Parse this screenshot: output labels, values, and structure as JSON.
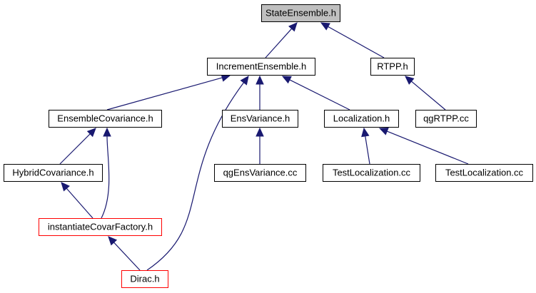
{
  "colors": {
    "edge": "#191970",
    "node_border": "#000000",
    "highlight_border": "#ff0000",
    "root_fill": "#bfbfbf",
    "node_fill": "#ffffff"
  },
  "nodes": [
    {
      "id": "state_ensemble_h",
      "label": "StateEnsemble.h",
      "style": "root"
    },
    {
      "id": "increment_ensemble_h",
      "label": "IncrementEnsemble.h",
      "style": "normal"
    },
    {
      "id": "rtpp_h",
      "label": "RTPP.h",
      "style": "normal"
    },
    {
      "id": "ensemble_covariance_h",
      "label": "EnsembleCovariance.h",
      "style": "normal"
    },
    {
      "id": "ens_variance_h",
      "label": "EnsVariance.h",
      "style": "normal"
    },
    {
      "id": "localization_h",
      "label": "Localization.h",
      "style": "normal"
    },
    {
      "id": "qg_rtpp_cc",
      "label": "qgRTPP.cc",
      "style": "normal"
    },
    {
      "id": "hybrid_covariance_h",
      "label": "HybridCovariance.h",
      "style": "normal"
    },
    {
      "id": "qg_ens_variance_cc",
      "label": "qgEnsVariance.cc",
      "style": "normal"
    },
    {
      "id": "test_localization_cc_1",
      "label": "TestLocalization.cc",
      "style": "normal"
    },
    {
      "id": "test_localization_cc_2",
      "label": "TestLocalization.cc",
      "style": "normal"
    },
    {
      "id": "instantiate_covar_factory_h",
      "label": "instantiateCovarFactory.h",
      "style": "highlight"
    },
    {
      "id": "dirac_h",
      "label": "Dirac.h",
      "style": "highlight"
    }
  ],
  "edges": [
    {
      "from": "increment_ensemble_h",
      "to": "state_ensemble_h"
    },
    {
      "from": "rtpp_h",
      "to": "state_ensemble_h"
    },
    {
      "from": "ensemble_covariance_h",
      "to": "increment_ensemble_h"
    },
    {
      "from": "dirac_h",
      "to": "increment_ensemble_h"
    },
    {
      "from": "ens_variance_h",
      "to": "increment_ensemble_h"
    },
    {
      "from": "localization_h",
      "to": "increment_ensemble_h"
    },
    {
      "from": "qg_rtpp_cc",
      "to": "rtpp_h"
    },
    {
      "from": "hybrid_covariance_h",
      "to": "ensemble_covariance_h"
    },
    {
      "from": "instantiate_covar_factory_h",
      "to": "ensemble_covariance_h"
    },
    {
      "from": "qg_ens_variance_cc",
      "to": "ens_variance_h"
    },
    {
      "from": "test_localization_cc_1",
      "to": "localization_h"
    },
    {
      "from": "test_localization_cc_2",
      "to": "localization_h"
    },
    {
      "from": "instantiate_covar_factory_h",
      "to": "hybrid_covariance_h"
    },
    {
      "from": "dirac_h",
      "to": "instantiate_covar_factory_h"
    }
  ]
}
